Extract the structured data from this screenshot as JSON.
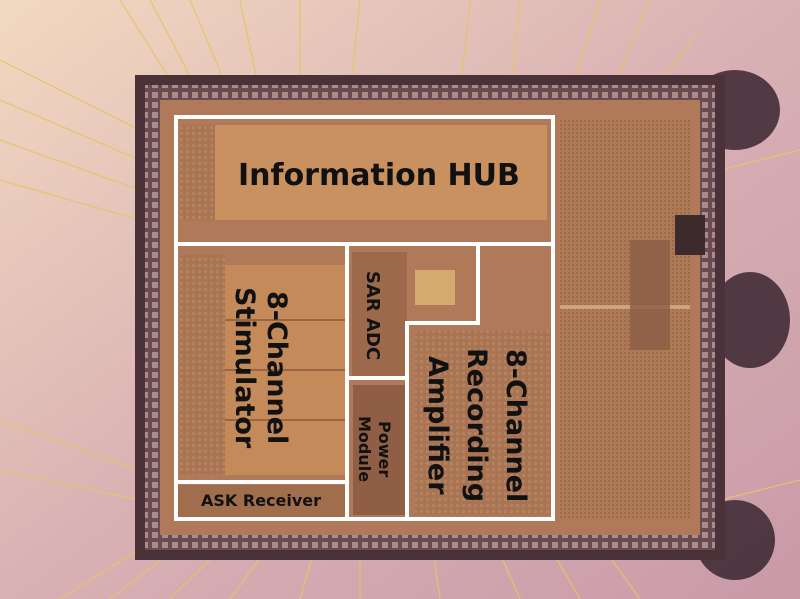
{
  "labels": {
    "information_hub": "Information HUB",
    "stimulator_line1": "8-Channel",
    "stimulator_line2": "Stimulator",
    "sar_adc": "SAR ADC",
    "power_line1": "Power",
    "power_line2": "Module",
    "recording_line1": "8-Channel",
    "recording_line2": "Recording",
    "recording_line3": "Amplifier",
    "ask_receiver": "ASK Receiver"
  },
  "colors": {
    "outline": "#ffffff",
    "label_text": "#111111",
    "die_fill": "#b07a5a",
    "package_dark": "#3a2630"
  }
}
